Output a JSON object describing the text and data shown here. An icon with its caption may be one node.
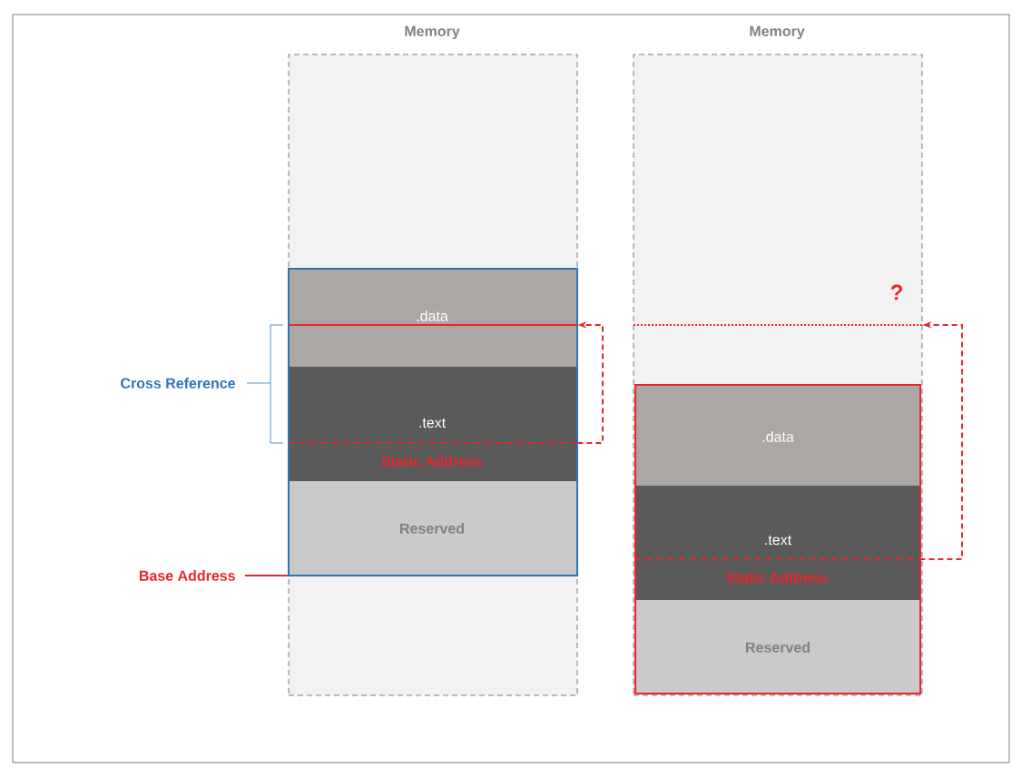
{
  "diagram": {
    "nodes": [
      {
        "text": [
          "Memory"
        ]
      },
      {
        "text": [],
        "shape": "box",
        "in": 0
      },
      {
        "text": [
          ".data"
        ],
        "in": 1
      },
      {
        "text": [
          ".text"
        ],
        "in": 1
      },
      {
        "text": [
          "Reserved"
        ],
        "in": 1
      },
      {
        "text": [
          "Memory"
        ]
      },
      {
        "text": [
          "?"
        ],
        "in": 5
      },
      {
        "text": [],
        "shape": "box",
        "in": 5
      },
      {
        "text": [
          ".data"
        ],
        "in": 7
      },
      {
        "text": [
          ".text"
        ],
        "in": 7
      },
      {
        "text": [
          "Reserved"
        ],
        "in": 7
      }
    ],
    "edges": [
      {
        "from": 3,
        "to": 2,
        "arrow": "to",
        "style": "dashed"
      },
      {
        "from": 9,
        "to": 6,
        "arrow": "to",
        "style": "dashed"
      }
    ],
    "labels": [
      "Cross Reference",
      "Static Address",
      "Base Address",
      "Static Address"
    ]
  }
}
